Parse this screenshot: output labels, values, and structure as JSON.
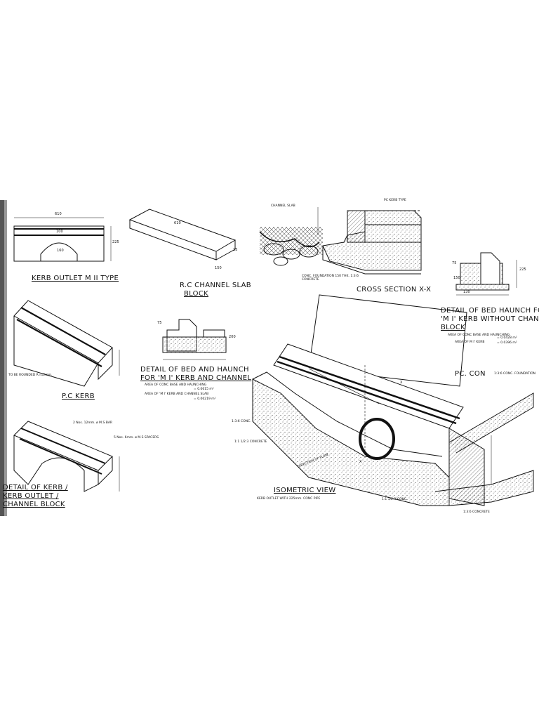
{
  "titles": {
    "kerb_outlet": "KERB OUTLET M II TYPE",
    "rc_slab_1": "R.C CHANNEL SLAB",
    "rc_slab_2": "BLOCK",
    "cross_section": "CROSS SECTION X-X",
    "bed_haunch_right_1": "DETAIL OF BED HAUNCH FOR",
    "bed_haunch_right_2": "'M I' KERB WITHOUT CHANNEL",
    "bed_haunch_right_3": "BLOCK",
    "pc_kerb": "P.C KERB",
    "bed_haunch_mid_1": "DETAIL OF BED AND HAUNCH",
    "bed_haunch_mid_2": "FOR 'M I' KERB AND CHANNEL",
    "kerb_outlet_detail_1": "DETAIL OF KERB /",
    "kerb_outlet_detail_2": "KERB OUTLET /",
    "kerb_outlet_detail_3": "CHANNEL BLOCK",
    "isometric": "ISOMETRIC VIEW",
    "isometric_sub": "KERB OUTLET WITH 225mm. CONC PIPE",
    "pc_con": "PC. CON"
  },
  "notes": {
    "rounded": "TO BE ROUNDED R=12mm.",
    "ms_bar": "2 Nos. 12mm. ø M.S BAR",
    "spacers": "5 Nos. 6mm. ø M.S SPACERS",
    "channel_slab": "CHANNEL SLAB",
    "pc_kerb_type": "PC KERB TYPE",
    "conc_foundation": "CONC. FOUNDATION 150 THK. 1:3:6 CONCRETE",
    "area_mid_1": "AREA OF CONC BASE AND HAUNCHING",
    "area_mid_2": "= 0.0615 m²",
    "area_mid_3": "AREA OF 'M I' KERB AND CHANNEL SLAB",
    "area_mid_4": "= 0.06219 m²",
    "area_right_1": "AREA OF CONC BASE AND HAUNCHING",
    "area_right_2": "AREA OF M I' KERB",
    "area_right_3": "= 0.0428 m²",
    "area_right_4": "= 0.0396 m²",
    "conc_136_a": "1:3:6 CONC.",
    "conc_1123": "1:1 1/2:3 CONCRETE",
    "conc_1123_b": "1:1 1/2:3 CONC.",
    "conc_136_b": "1:3:6 CONCRETE",
    "conc_136_top": "1:3:6 CONC. FOUNDATION",
    "direction_flow": "DIRECTION OF FLOW",
    "x_mark": "X"
  },
  "dims": {
    "d610": "610",
    "d100": "100",
    "d160": "160",
    "d225": "225",
    "d610b": "610",
    "d15": "15",
    "d150": "150",
    "d150b": "150",
    "d75": "75",
    "d75b": "75",
    "d130": "130",
    "d200": "200"
  },
  "colors": {
    "ink": "#111111",
    "hatch": "#444444",
    "paper": "#ffffff"
  }
}
